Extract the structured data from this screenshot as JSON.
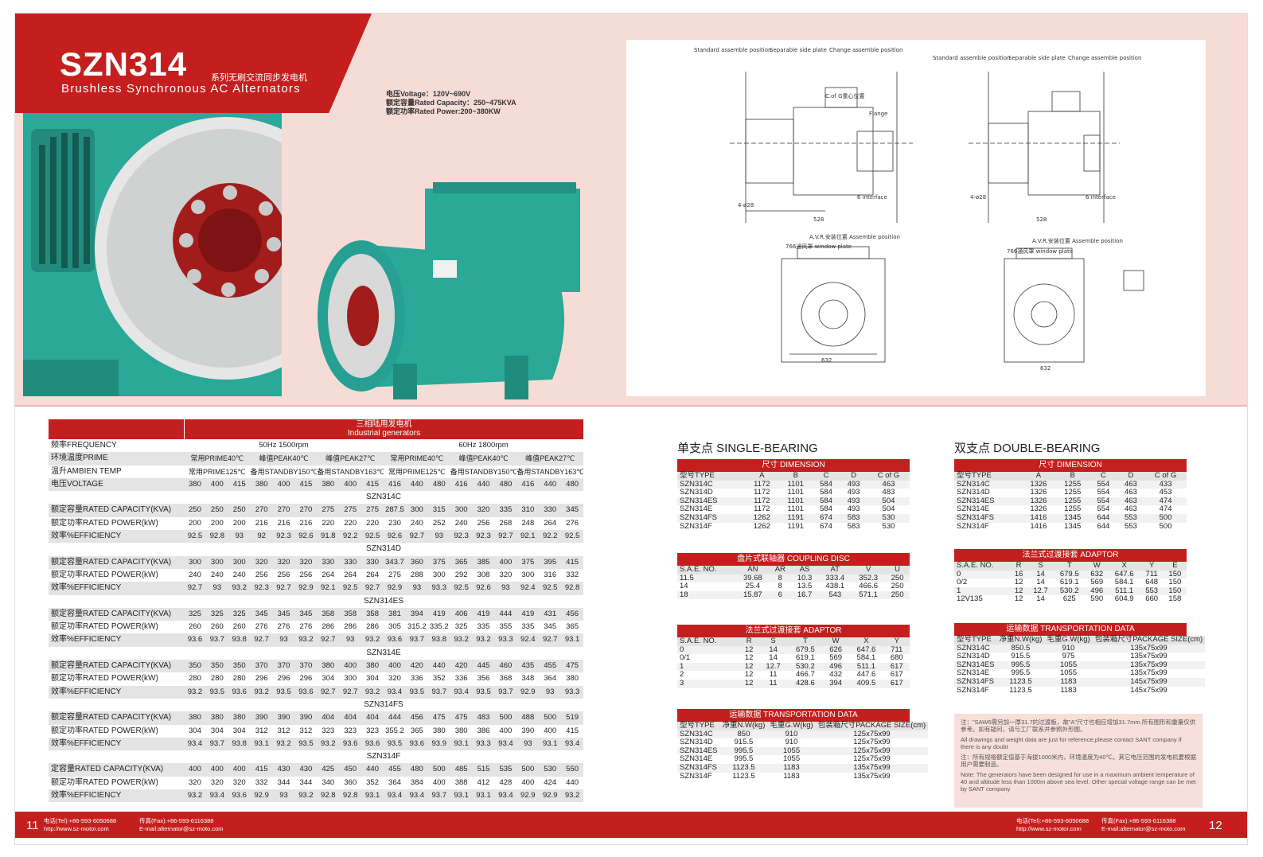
{
  "header": {
    "model": "SZN314",
    "model_cn": "系列无刷交流同步发电机",
    "model_en": "Brushless Synchronous AC Alternators",
    "specs": [
      "电压Voltage：120V~690V",
      "额定容量Rated Capacity：250~475KVA",
      "额定功率Rated Power:200~380KW"
    ]
  },
  "colors": {
    "brand_red": "#c41f1e",
    "teal": "#2aa898",
    "pink_bg": "#f6dcd6"
  },
  "main_table": {
    "header_cn": "三相陆用发电机",
    "header_en": "Industrial generators",
    "rows": [
      {
        "label": "频率FREQUENCY",
        "type": "span2",
        "vals": [
          "50Hz 1500rpm",
          "60Hz 1800rpm"
        ]
      },
      {
        "label": "环境温度PRIME",
        "type": "span6",
        "vals": [
          "常用PRIME40℃",
          "峰值PEAK40℃",
          "峰值PEAK27℃",
          "常用PRIME40℃",
          "峰值PEAK40℃",
          "峰值PEAK27℃"
        ]
      },
      {
        "label": "温升AMBIEN TEMP",
        "type": "span6",
        "vals": [
          "常用PRIME125℃",
          "备用STANDBY150℃",
          "备用STANDBY163℃",
          "常用PRIME125℃",
          "备用STANDBY150℃",
          "备用STANDBY163℃"
        ]
      },
      {
        "label": "电压VOLTAGE",
        "type": "vals",
        "vals": [
          "380",
          "400",
          "415",
          "380",
          "400",
          "415",
          "380",
          "400",
          "415",
          "416",
          "440",
          "480",
          "416",
          "440",
          "480",
          "416",
          "440",
          "480"
        ]
      }
    ],
    "sections": [
      {
        "name": "SZN314C",
        "rows": [
          {
            "label": "额定容量RATED CAPACITY(KVA)",
            "vals": [
              "250",
              "250",
              "250",
              "270",
              "270",
              "270",
              "275",
              "275",
              "275",
              "287.5",
              "300",
              "315",
              "300",
              "320",
              "335",
              "310",
              "330",
              "345"
            ]
          },
          {
            "label": "额定功率RATED POWER(kW)",
            "vals": [
              "200",
              "200",
              "200",
              "216",
              "216",
              "216",
              "220",
              "220",
              "220",
              "230",
              "240",
              "252",
              "240",
              "256",
              "268",
              "248",
              "264",
              "276"
            ]
          },
          {
            "label": "效率%EFFICIENCY",
            "vals": [
              "92.5",
              "92.8",
              "93",
              "92",
              "92.3",
              "92.6",
              "91.8",
              "92.2",
              "92.5",
              "92.6",
              "92.7",
              "93",
              "92.3",
              "92.3",
              "92.7",
              "92.1",
              "92.2",
              "92.5"
            ]
          }
        ]
      },
      {
        "name": "SZN314D",
        "rows": [
          {
            "label": "额定容量RATED CAPACITY(KVA)",
            "vals": [
              "300",
              "300",
              "300",
              "320",
              "320",
              "320",
              "330",
              "330",
              "330",
              "343.7",
              "360",
              "375",
              "365",
              "385",
              "400",
              "375",
              "395",
              "415"
            ]
          },
          {
            "label": "额定功率RATED POWER(kW)",
            "vals": [
              "240",
              "240",
              "240",
              "256",
              "256",
              "256",
              "264",
              "264",
              "264",
              "275",
              "288",
              "300",
              "292",
              "308",
              "320",
              "300",
              "316",
              "332"
            ]
          },
          {
            "label": "效率%EFFICIENCY",
            "vals": [
              "92.7",
              "93",
              "93.2",
              "92.3",
              "92.7",
              "92.9",
              "92.1",
              "92.5",
              "92.7",
              "92.9",
              "93",
              "93.3",
              "92.5",
              "92.6",
              "93",
              "92.4",
              "92.5",
              "92.8"
            ]
          }
        ]
      },
      {
        "name": "SZN314ES",
        "rows": [
          {
            "label": "额定容量RATED CAPACITY(KVA)",
            "vals": [
              "325",
              "325",
              "325",
              "345",
              "345",
              "345",
              "358",
              "358",
              "358",
              "381",
              "394",
              "419",
              "406",
              "419",
              "444",
              "419",
              "431",
              "456"
            ]
          },
          {
            "label": "额定功率RATED POWER(kW)",
            "vals": [
              "260",
              "260",
              "260",
              "276",
              "276",
              "276",
              "286",
              "286",
              "286",
              "305",
              "315.2",
              "335.2",
              "325",
              "335",
              "355",
              "335",
              "345",
              "365"
            ]
          },
          {
            "label": "效率%EFFICIENCY",
            "vals": [
              "93.6",
              "93.7",
              "93.8",
              "92.7",
              "93",
              "93.2",
              "92.7",
              "93",
              "93.2",
              "93.6",
              "93.7",
              "93.8",
              "93.2",
              "93.2",
              "93.3",
              "92.4",
              "92.7",
              "93.1"
            ]
          }
        ]
      },
      {
        "name": "SZN314E",
        "rows": [
          {
            "label": "额定容量RATED CAPACITY(KVA)",
            "vals": [
              "350",
              "350",
              "350",
              "370",
              "370",
              "370",
              "380",
              "400",
              "380",
              "400",
              "420",
              "440",
              "420",
              "445",
              "460",
              "435",
              "455",
              "475"
            ]
          },
          {
            "label": "额定功率RATED POWER(kW)",
            "vals": [
              "280",
              "280",
              "280",
              "296",
              "296",
              "296",
              "304",
              "300",
              "304",
              "320",
              "336",
              "352",
              "336",
              "356",
              "368",
              "348",
              "364",
              "380"
            ]
          },
          {
            "label": "效率%EFFICIENCY",
            "vals": [
              "93.2",
              "93.5",
              "93.6",
              "93.2",
              "93.5",
              "93.6",
              "92.7",
              "92.7",
              "93.2",
              "93.4",
              "93.5",
              "93.7",
              "93.4",
              "93.5",
              "93.7",
              "92.9",
              "93",
              "93.3"
            ]
          }
        ]
      },
      {
        "name": "SZN314FS",
        "rows": [
          {
            "label": "额定容量RATED CAPACITY(KVA)",
            "vals": [
              "380",
              "380",
              "380",
              "390",
              "390",
              "390",
              "404",
              "404",
              "404",
              "444",
              "456",
              "475",
              "475",
              "483",
              "500",
              "488",
              "500",
              "519"
            ]
          },
          {
            "label": "额定功率RATED POWER(kW)",
            "vals": [
              "304",
              "304",
              "304",
              "312",
              "312",
              "312",
              "323",
              "323",
              "323",
              "355.2",
              "365",
              "380",
              "380",
              "386",
              "400",
              "390",
              "400",
              "415"
            ]
          },
          {
            "label": "效率%EFFICIENCY",
            "vals": [
              "93.4",
              "93.7",
              "93.8",
              "93.1",
              "93.2",
              "93.5",
              "93.2",
              "93.6",
              "93.6",
              "93.5",
              "93.6",
              "93.9",
              "93.1",
              "93.3",
              "93.4",
              "93",
              "93.1",
              "93.4"
            ]
          }
        ]
      },
      {
        "name": "SZN314F",
        "rows": [
          {
            "label": "定容量RATED CAPACITY(KVA)",
            "vals": [
              "400",
              "400",
              "400",
              "415",
              "430",
              "430",
              "425",
              "450",
              "440",
              "455",
              "480",
              "500",
              "485",
              "515",
              "535",
              "500",
              "530",
              "550"
            ]
          },
          {
            "label": "额定功率RATED POWER(kW)",
            "vals": [
              "320",
              "320",
              "320",
              "332",
              "344",
              "344",
              "340",
              "360",
              "352",
              "364",
              "384",
              "400",
              "388",
              "412",
              "428",
              "400",
              "424",
              "440"
            ]
          },
          {
            "label": "效率%EFFICIENCY",
            "vals": [
              "93.2",
              "93.4",
              "93.6",
              "92.9",
              "93",
              "93.2",
              "92.8",
              "92.8",
              "93.1",
              "93.4",
              "93.4",
              "93.7",
              "93.1",
              "93.1",
              "93.4",
              "92.9",
              "92.9",
              "93.2"
            ]
          }
        ]
      }
    ]
  },
  "single": {
    "title": "单支点 SINGLE-BEARING",
    "dimension": {
      "bar": "尺寸 DIMENSION",
      "head": [
        "型号TYPE",
        "A",
        "B",
        "C",
        "D",
        "C of G"
      ],
      "rows": [
        [
          "SZN314C",
          "1172",
          "1101",
          "584",
          "493",
          "463"
        ],
        [
          "SZN314D",
          "1172",
          "1101",
          "584",
          "493",
          "483"
        ],
        [
          "SZN314ES",
          "1172",
          "1101",
          "584",
          "493",
          "504"
        ],
        [
          "SZN314E",
          "1172",
          "1101",
          "584",
          "493",
          "504"
        ],
        [
          "SZN314FS",
          "1262",
          "1191",
          "674",
          "583",
          "530"
        ],
        [
          "SZN314F",
          "1262",
          "1191",
          "674",
          "583",
          "530"
        ]
      ]
    },
    "coupling": {
      "bar": "盘片式联轴器 COUPLING DISC",
      "head": [
        "S.A.E. NO.",
        "AN",
        "AR",
        "AS",
        "AT",
        "V",
        "U"
      ],
      "rows": [
        [
          "11.5",
          "39.68",
          "8",
          "10.3",
          "333.4",
          "352.3",
          "250"
        ],
        [
          "14",
          "25.4",
          "8",
          "13.5",
          "438.1",
          "466.6",
          "250"
        ],
        [
          "18",
          "15.87",
          "6",
          "16.7",
          "543",
          "571.1",
          "250"
        ]
      ]
    },
    "adaptor": {
      "bar": "法兰式过渡接套 ADAPTOR",
      "head": [
        "S.A.E. NO.",
        "R",
        "S",
        "T",
        "W",
        "X",
        "Y"
      ],
      "rows": [
        [
          "0",
          "12",
          "14",
          "679.5",
          "626",
          "647.6",
          "711"
        ],
        [
          "0/1",
          "12",
          "14",
          "619.1",
          "569",
          "584.1",
          "680"
        ],
        [
          "1",
          "12",
          "12.7",
          "530.2",
          "496",
          "511.1",
          "617"
        ],
        [
          "2",
          "12",
          "11",
          "466.7",
          "432",
          "447.6",
          "617"
        ],
        [
          "3",
          "12",
          "11",
          "428.6",
          "394",
          "409.5",
          "617"
        ]
      ]
    },
    "transport": {
      "bar": "运输数据 TRANSPORTATION DATA",
      "head": [
        "型号TYPE",
        "净重N.W(kg)",
        "毛重G.W(kg)",
        "包装箱尺寸PACKAGE SIZE(cm)"
      ],
      "rows": [
        [
          "SZN314C",
          "850",
          "910",
          "125x75x99"
        ],
        [
          "SZN314D",
          "915.5",
          "910",
          "125x75x99"
        ],
        [
          "SZN314ES",
          "995.5",
          "1055",
          "125x75x99"
        ],
        [
          "SZN314E",
          "995.5",
          "1055",
          "125x75x99"
        ],
        [
          "SZN314FS",
          "1123.5",
          "1183",
          "135x75x99"
        ],
        [
          "SZN314F",
          "1123.5",
          "1183",
          "135x75x99"
        ]
      ]
    }
  },
  "double": {
    "title": "双支点 DOUBLE-BEARING",
    "dimension": {
      "bar": "尺寸 DIMENSION",
      "head": [
        "型号TYPE",
        "A",
        "B",
        "C",
        "D",
        "C of G"
      ],
      "rows": [
        [
          "SZN314C",
          "1326",
          "1255",
          "554",
          "463",
          "433"
        ],
        [
          "SZN314D",
          "1326",
          "1255",
          "554",
          "463",
          "453"
        ],
        [
          "SZN314ES",
          "1326",
          "1255",
          "554",
          "463",
          "474"
        ],
        [
          "SZN314E",
          "1326",
          "1255",
          "554",
          "463",
          "474"
        ],
        [
          "SZN314FS",
          "1416",
          "1345",
          "644",
          "553",
          "500"
        ],
        [
          "SZN314F",
          "1416",
          "1345",
          "644",
          "553",
          "500"
        ]
      ]
    },
    "adaptor": {
      "bar": "法兰式过渡接套 ADAPTOR",
      "head": [
        "S.A.E. NO.",
        "R",
        "S",
        "T",
        "W",
        "X",
        "Y",
        "E"
      ],
      "rows": [
        [
          "0",
          "16",
          "14",
          "679.5",
          "632",
          "647.6",
          "711",
          "150"
        ],
        [
          "0/2",
          "12",
          "14",
          "619.1",
          "569",
          "584.1",
          "648",
          "150"
        ],
        [
          "1",
          "12",
          "12.7",
          "530.2",
          "496",
          "511.1",
          "553",
          "150"
        ],
        [
          "12V135",
          "12",
          "14",
          "625",
          "590",
          "604.9",
          "660",
          "158"
        ]
      ]
    },
    "transport": {
      "bar": "运输数据 TRANSPORTATION DATA",
      "head": [
        "型号TYPE",
        "净重N.W(kg)",
        "毛重G.W(kg)",
        "包装箱尺寸PACKAGE SIZE(cm)"
      ],
      "rows": [
        [
          "SZN314C",
          "850.5",
          "910",
          "135x75x99"
        ],
        [
          "SZN314D",
          "915.5",
          "975",
          "135x75x99"
        ],
        [
          "SZN314ES",
          "995.5",
          "1055",
          "135x75x99"
        ],
        [
          "SZN314E",
          "995.5",
          "1055",
          "135x75x99"
        ],
        [
          "SZN314FS",
          "1123.5",
          "1183",
          "145x75x99"
        ],
        [
          "SZN314F",
          "1123.5",
          "1183",
          "145x75x99"
        ]
      ]
    }
  },
  "notes": [
    "注：\"SAW6需另加一厚31.7的过渡板，故\"A\"尺寸也相应增加31.7mm.所有图形和重量仅供参考。如有疑问，请与工厂联系并参照外形图。",
    "All drawings and weight data are just for reference,please contact SANT company if there is any doubt",
    "注：所有规格额定值基于海拔1000米内，环境温度为40℃。其它电压范围的发电机要根据用户需要制造。",
    "Note: The generators have been designed for use in a maximum ambient temperature of 40  and altitude less than 1000m above sea level. Other special voltage range can be met by SANT company"
  ],
  "drawing_labels": {
    "a1": "Standard assemble position",
    "a2": "Separable side plate",
    "a3": "Change assemble position",
    "avr": "A.V.R.安装位置 Assemble position",
    "win": "766通风罩 window plate",
    "cog": "C.of G重心位置",
    "flange": "Flange",
    "interface": "6 interface",
    "hole": "4-ø28"
  },
  "footer": {
    "page_left": "11",
    "page_right": "12",
    "tel": "电话(Tel):+86-593-6050688",
    "fax": "传真(Fax):+86-593-6116388",
    "web": "http://www.sz-motor.com",
    "mail": "E-mail:alternator@sz-moto.com"
  }
}
